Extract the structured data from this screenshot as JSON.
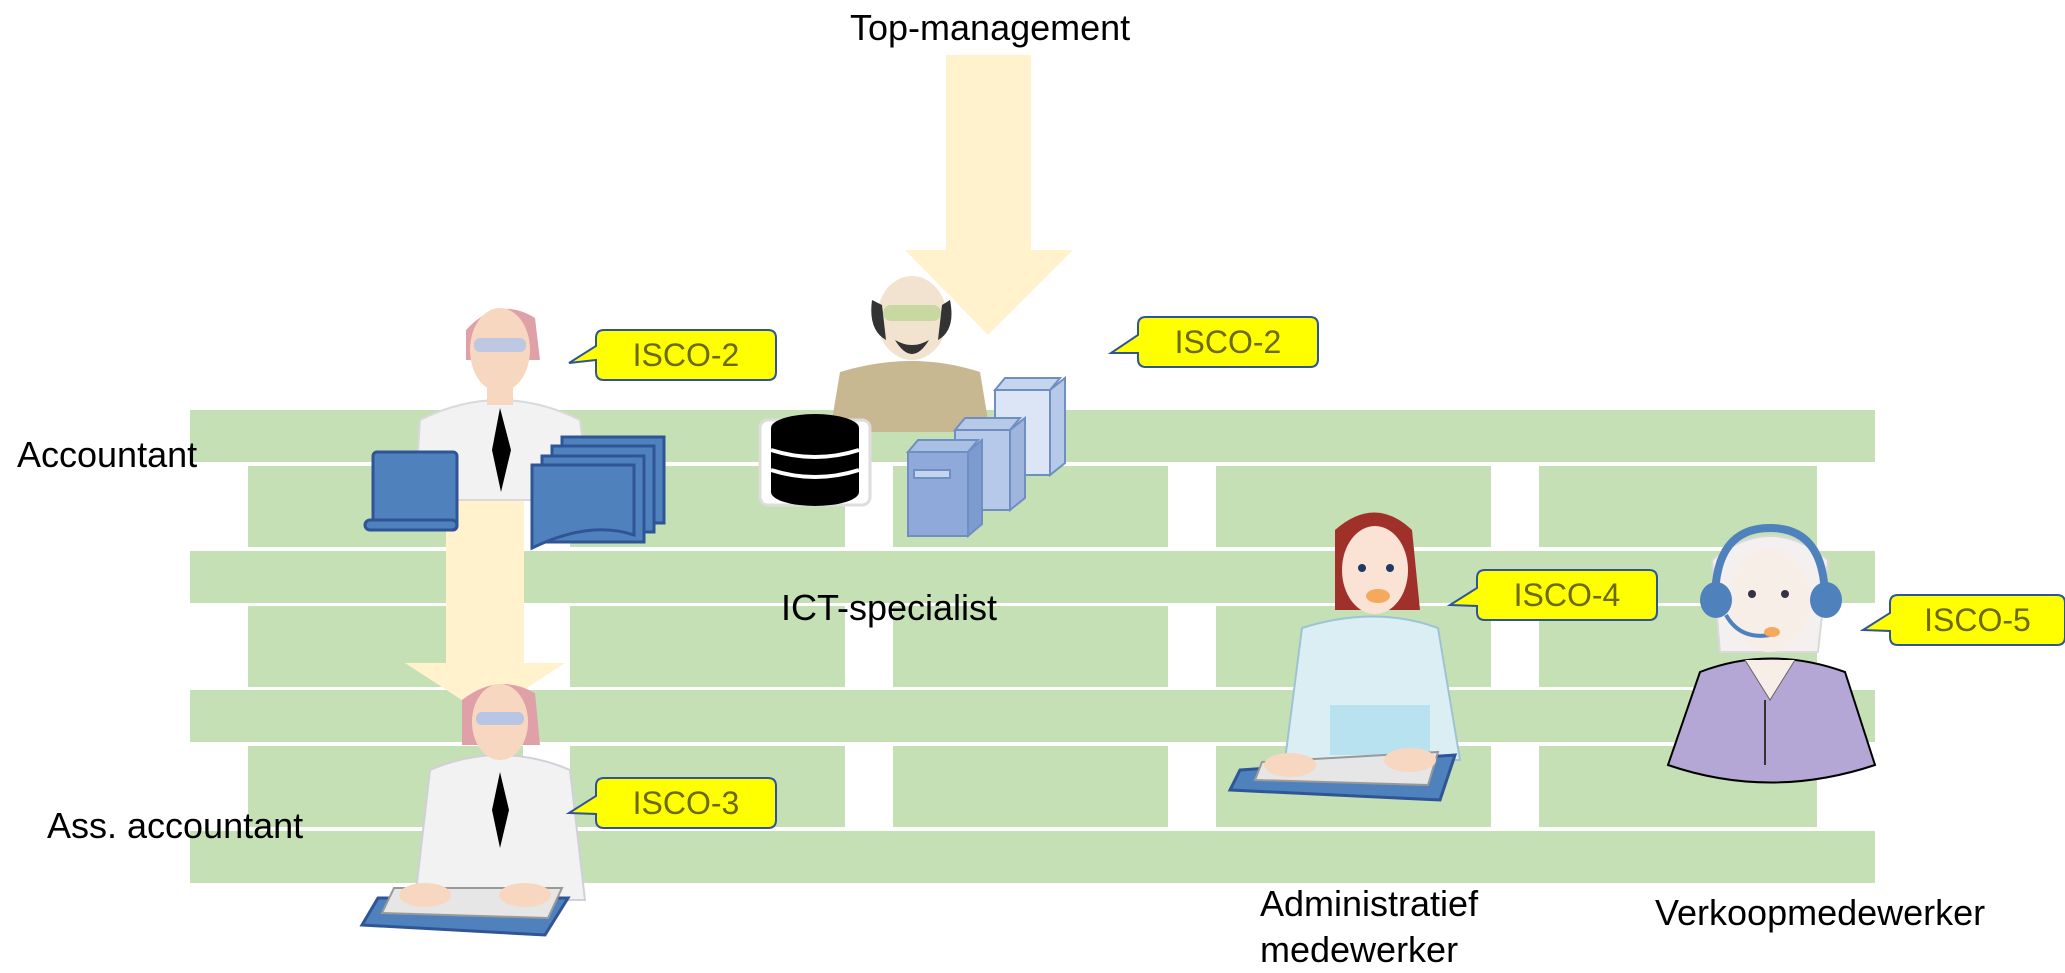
{
  "labels": {
    "top_management": "Top-management",
    "accountant": "Accountant",
    "ict_specialist": "ICT-specialist",
    "ass_accountant": "Ass. accountant",
    "admin_line1": "Administratief",
    "admin_line2": "medewerker",
    "sales": "Verkoopmedewerker"
  },
  "badges": {
    "accountant": "ISCO-2",
    "ict": "ISCO-2",
    "ass_accountant": "ISCO-3",
    "admin": "ISCO-4",
    "sales": "ISCO-5"
  },
  "colors": {
    "brick": "#c5e0b4",
    "arrow": "#fff2cc",
    "callout_fill": "#ffff00",
    "callout_border": "#2f5597",
    "callout_text": "#6a6a00",
    "icon_blue": "#4f81bd"
  },
  "icons": [
    "database-icon",
    "server-icon",
    "documents-icon",
    "keyboard-icon",
    "headset-icon"
  ]
}
